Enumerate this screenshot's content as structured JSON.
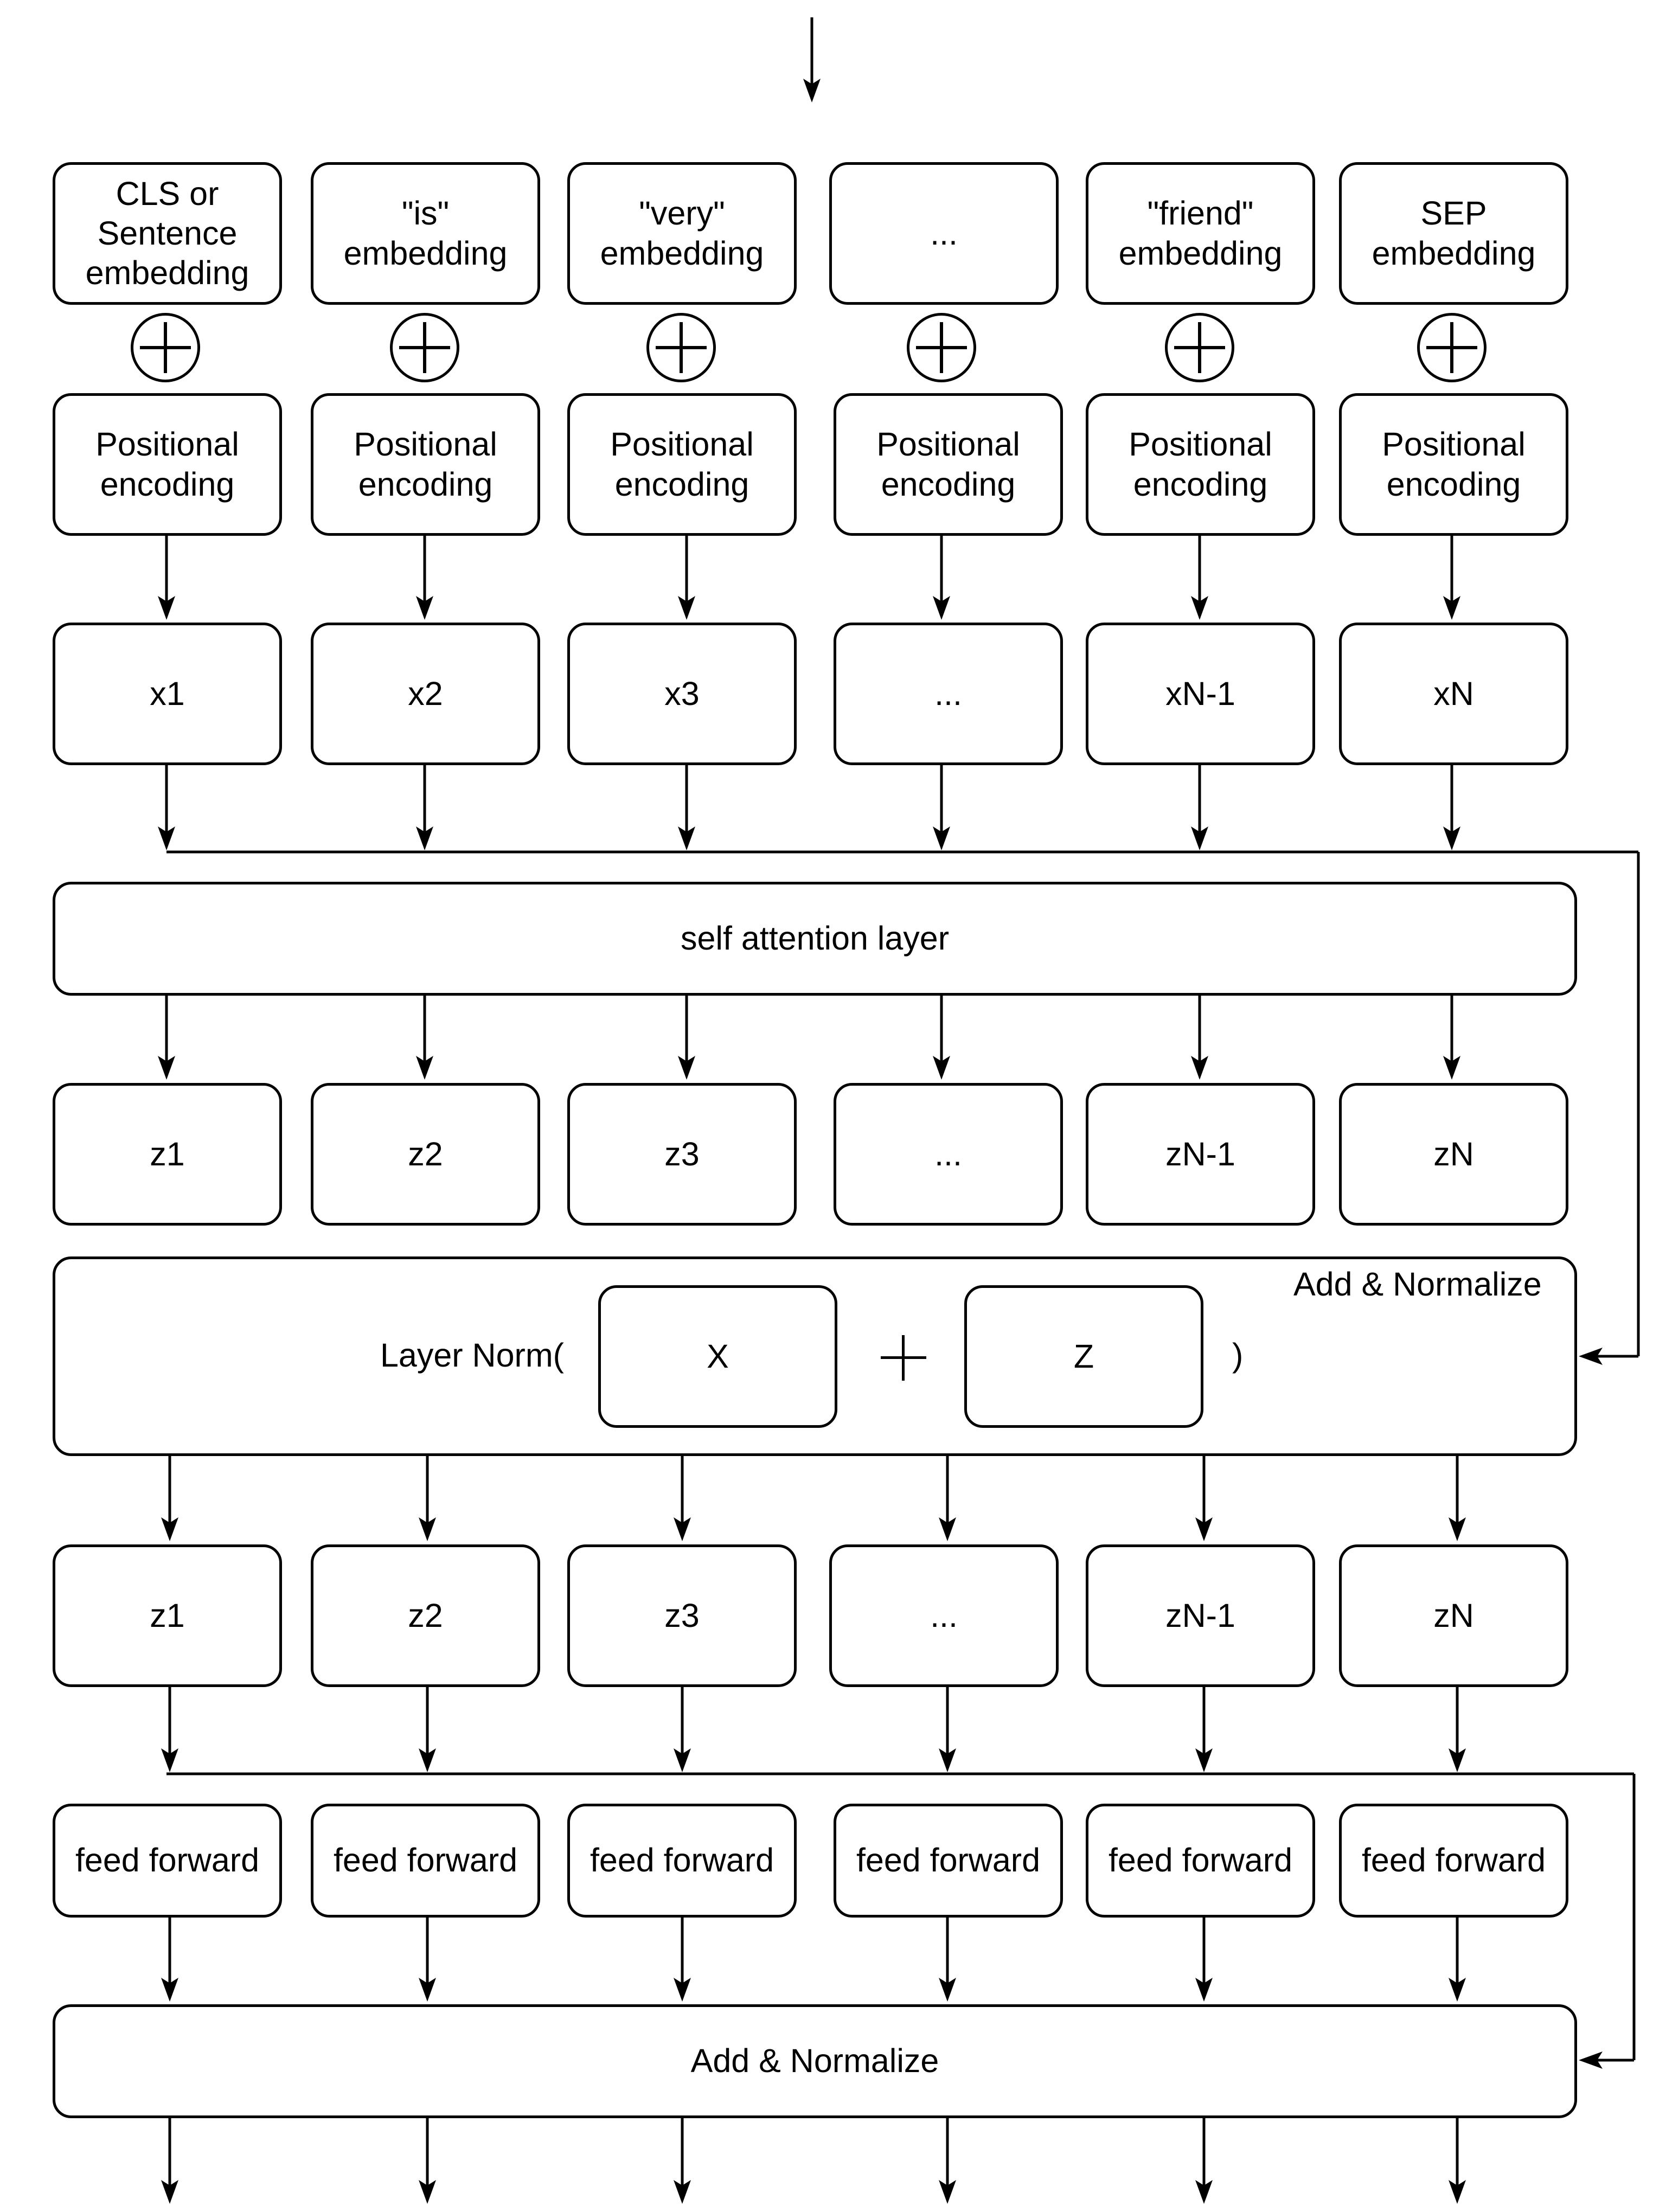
{
  "embeddings": [
    "CLS or\nSentence\nembedding",
    "\"is\"\nembedding",
    "\"very\"\nembedding",
    "...",
    "\"friend\"\nembedding",
    "SEP\nembedding"
  ],
  "positional": [
    "Positional\nencoding",
    "Positional\nencoding",
    "Positional\nencoding",
    "Positional\nencoding",
    "Positional\nencoding",
    "Positional\nencoding"
  ],
  "x_tokens": [
    "x1",
    "x2",
    "x3",
    "...",
    "xN-1",
    "xN"
  ],
  "self_attention": "self attention layer",
  "z_tokens": [
    "z1",
    "z2",
    "z3",
    "...",
    "zN-1",
    "zN"
  ],
  "add_norm_1": {
    "title": "Add & Normalize",
    "prefix": "Layer Norm(",
    "x": "X",
    "z": "Z",
    "suffix": ")"
  },
  "z_tokens_2": [
    "z1",
    "z2",
    "z3",
    "...",
    "zN-1",
    "zN"
  ],
  "feed_forward": [
    "feed forward",
    "feed forward",
    "feed forward",
    "feed forward",
    "feed forward",
    "feed forward"
  ],
  "add_norm_2": "Add & Normalize"
}
